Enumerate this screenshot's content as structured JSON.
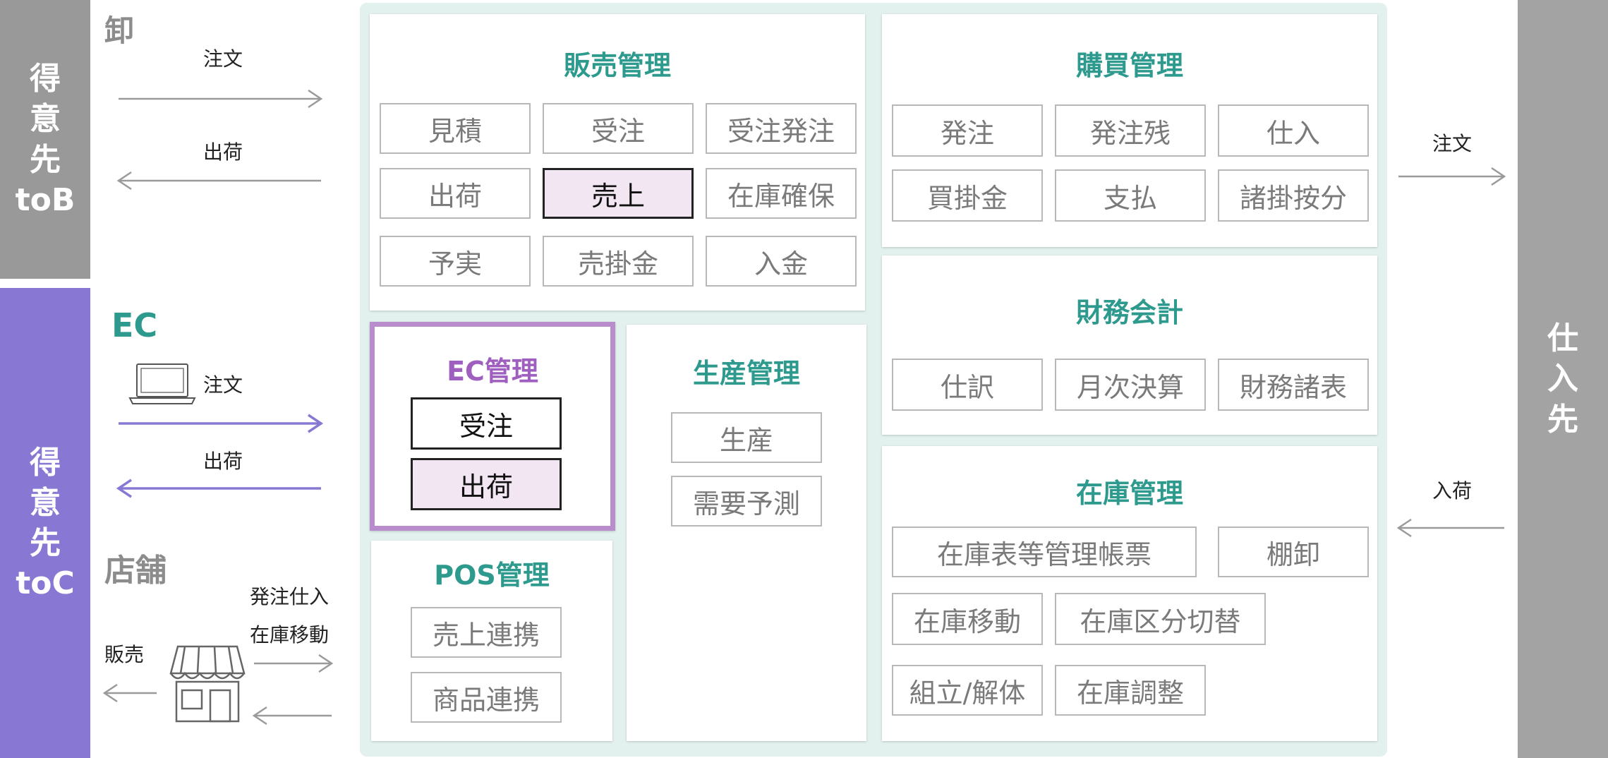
{
  "left_bands": {
    "tob": "得\n意\n先\ntoB",
    "toc": "得\n意\n先\ntoC"
  },
  "right_band": "仕\n入\n先",
  "wholesale": {
    "title": "卸",
    "order_label": "注文",
    "ship_label": "出荷"
  },
  "ec": {
    "title": "EC",
    "order_label": "注文",
    "ship_label": "出荷"
  },
  "store": {
    "title": "店舗",
    "order_stock_label": "発注仕入",
    "move_label": "在庫移動",
    "sales_label": "販売"
  },
  "supplier_flows": {
    "order_label": "注文",
    "arrival_label": "入荷"
  },
  "sales_mgmt": {
    "title": "販売管理",
    "items": [
      "見積",
      "受注",
      "受注発注",
      "出荷",
      "売上",
      "在庫確保",
      "予実",
      "売掛金",
      "入金"
    ]
  },
  "purchase_mgmt": {
    "title": "購買管理",
    "items": [
      "発注",
      "発注残",
      "仕入",
      "買掛金",
      "支払",
      "諸掛按分"
    ]
  },
  "ec_mgmt": {
    "title": "EC管理",
    "items": [
      "受注",
      "出荷"
    ]
  },
  "production_mgmt": {
    "title": "生産管理",
    "items": [
      "生産",
      "需要予測"
    ]
  },
  "pos_mgmt": {
    "title": "POS管理",
    "items": [
      "売上連携",
      "商品連携"
    ]
  },
  "accounting": {
    "title": "財務会計",
    "items": [
      "仕訳",
      "月次決算",
      "財務諸表"
    ]
  },
  "inventory_mgmt": {
    "title": "在庫管理",
    "items": [
      "在庫表等管理帳票",
      "棚卸",
      "在庫移動",
      "在庫区分切替",
      "組立/解体",
      "在庫調整"
    ]
  },
  "colors": {
    "teal_title": "#2e9a8e",
    "purple_title": "#9f5fbf",
    "purple_band": "#8878d4",
    "gray_band": "#999999",
    "highlight_fill": "#f2e6f3"
  }
}
